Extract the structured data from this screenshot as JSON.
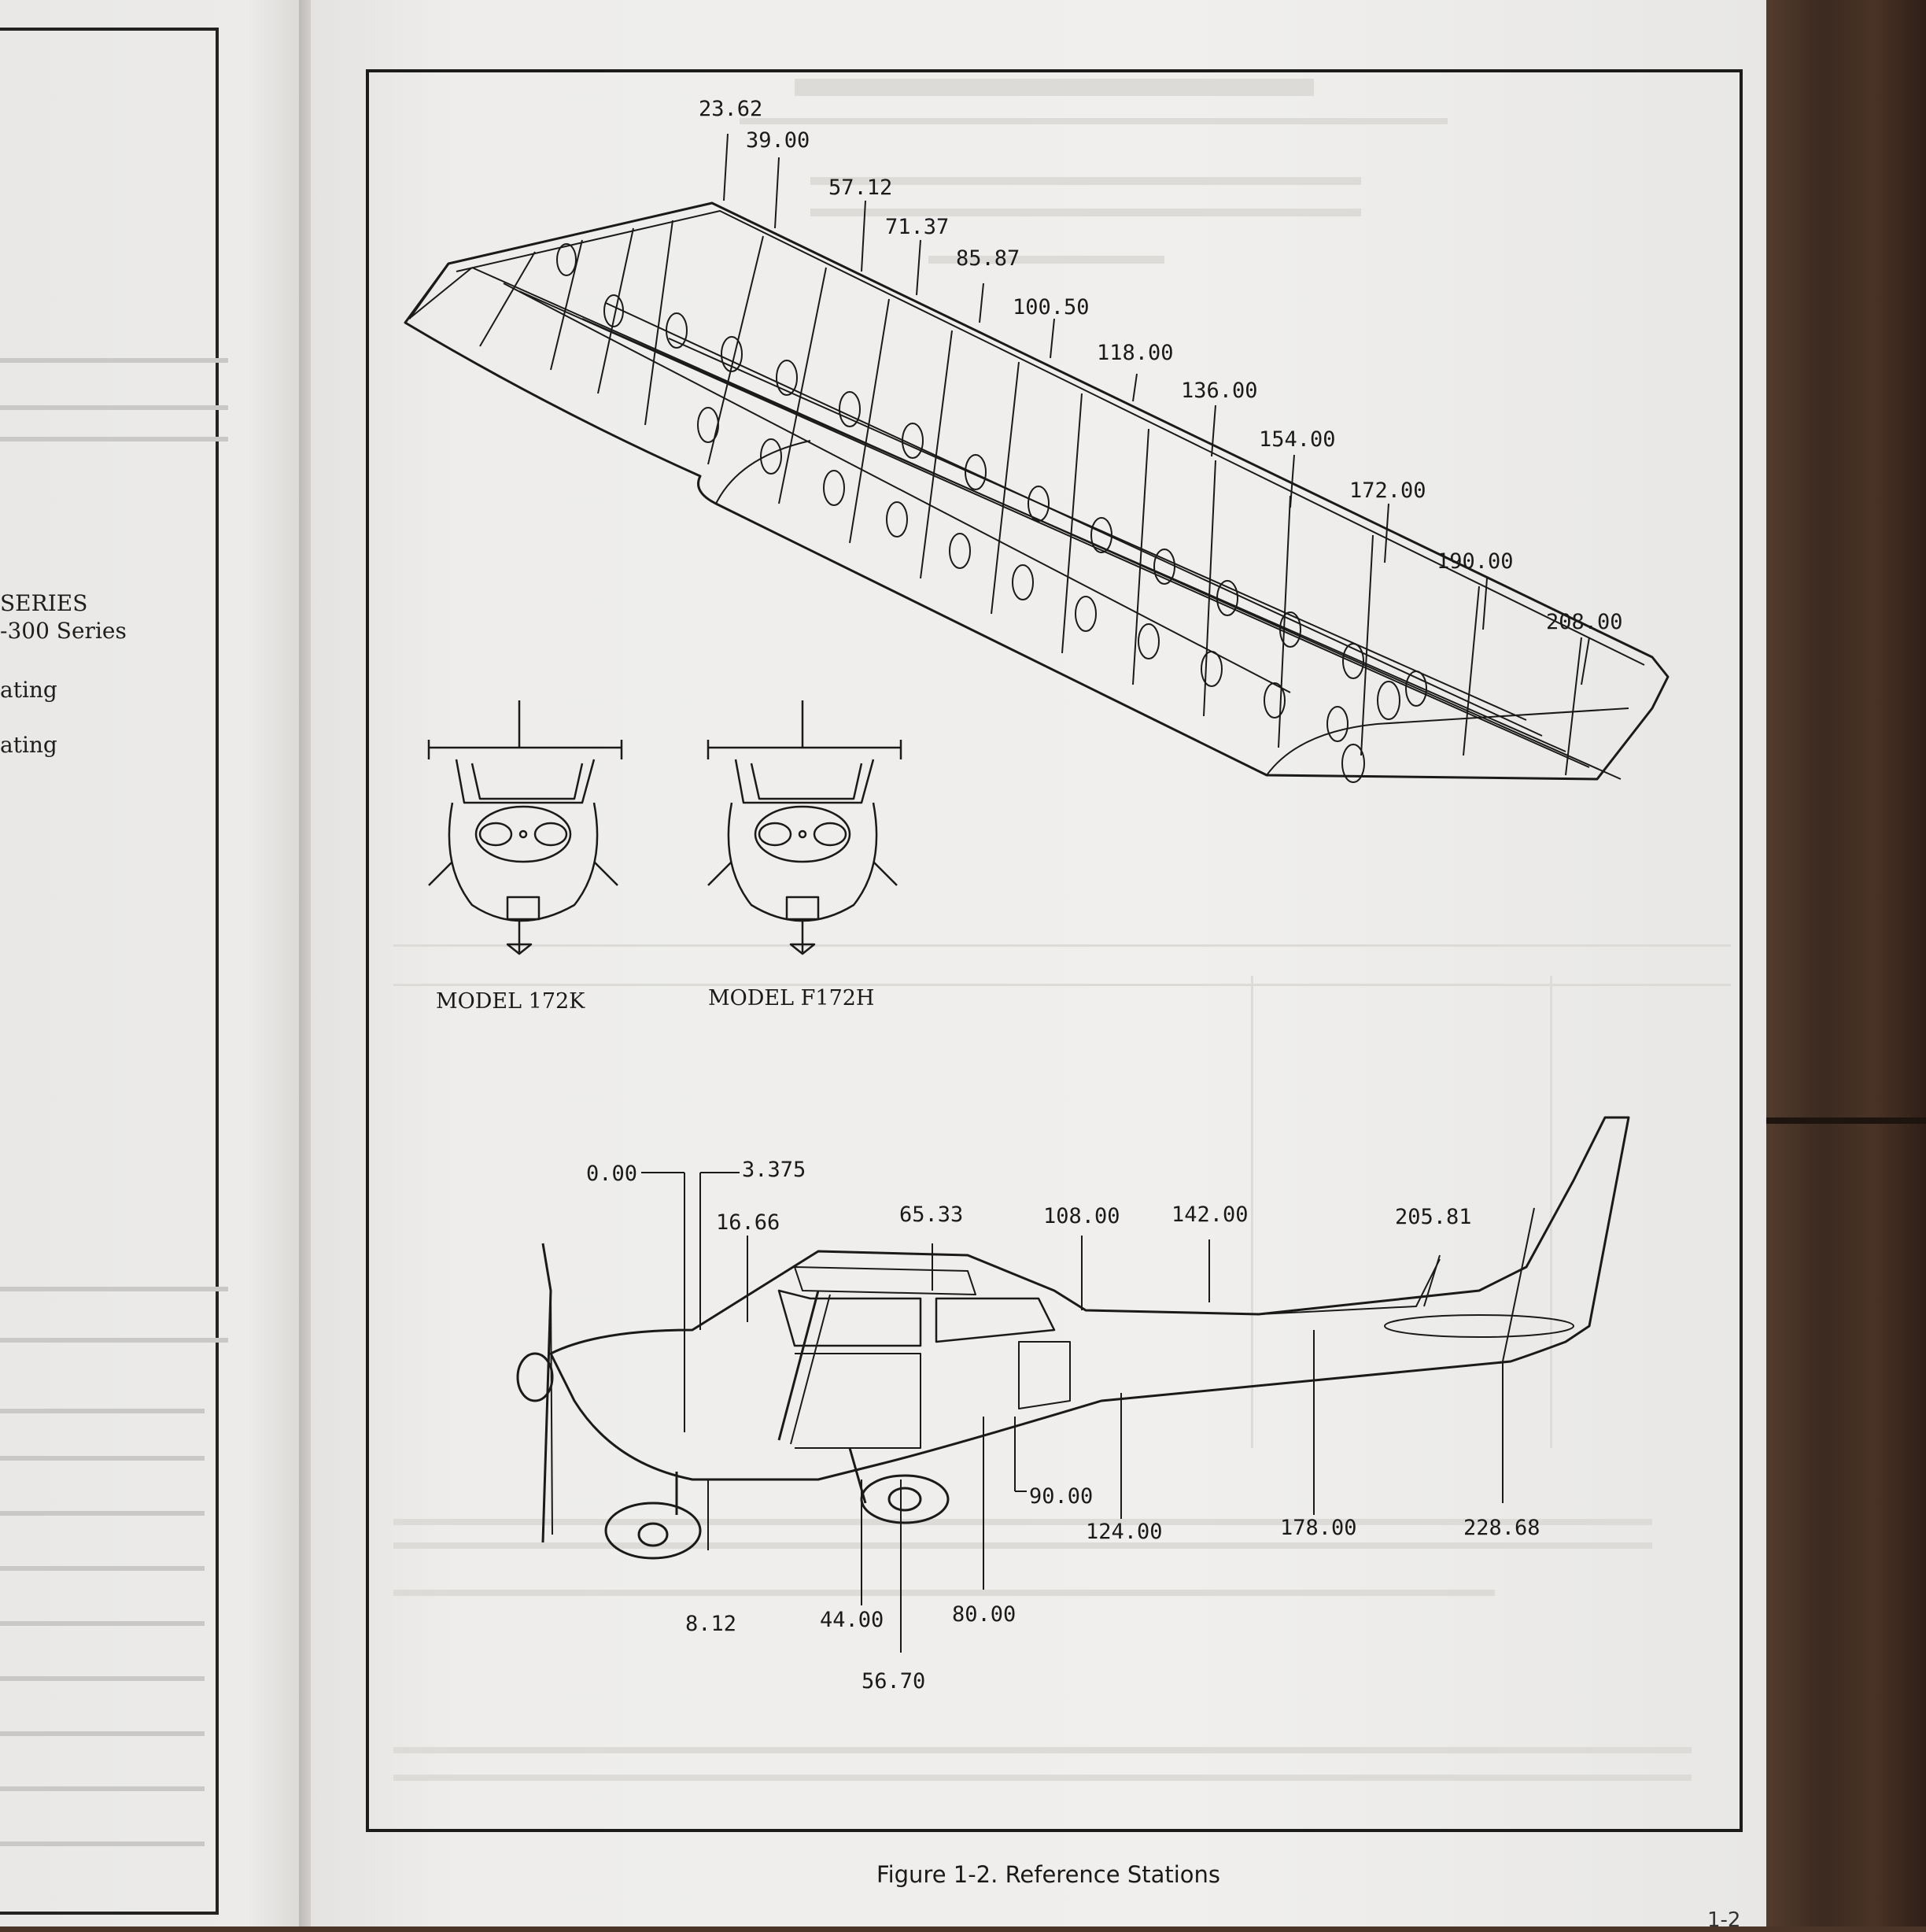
{
  "left_page": {
    "lines": [
      "SERIES",
      "-300 Series",
      "ating",
      "ating"
    ]
  },
  "figure": {
    "caption": "Figure 1-2.  Reference Stations",
    "page_number": "1-2",
    "wing_stations": [
      "23.62",
      "39.00",
      "57.12",
      "71.37",
      "85.87",
      "100.50",
      "118.00",
      "136.00",
      "154.00",
      "172.00",
      "190.00",
      "208.00"
    ],
    "fuselage_stations_top": [
      "0.00",
      "3.375",
      "16.66",
      "65.33",
      "108.00",
      "142.00",
      "205.81"
    ],
    "fuselage_stations_bottom": [
      "8.12",
      "44.00",
      "56.70",
      "80.00",
      "90.00",
      "124.00",
      "178.00",
      "228.68"
    ],
    "models": [
      "MODEL 172K",
      "MODEL F172H"
    ]
  }
}
